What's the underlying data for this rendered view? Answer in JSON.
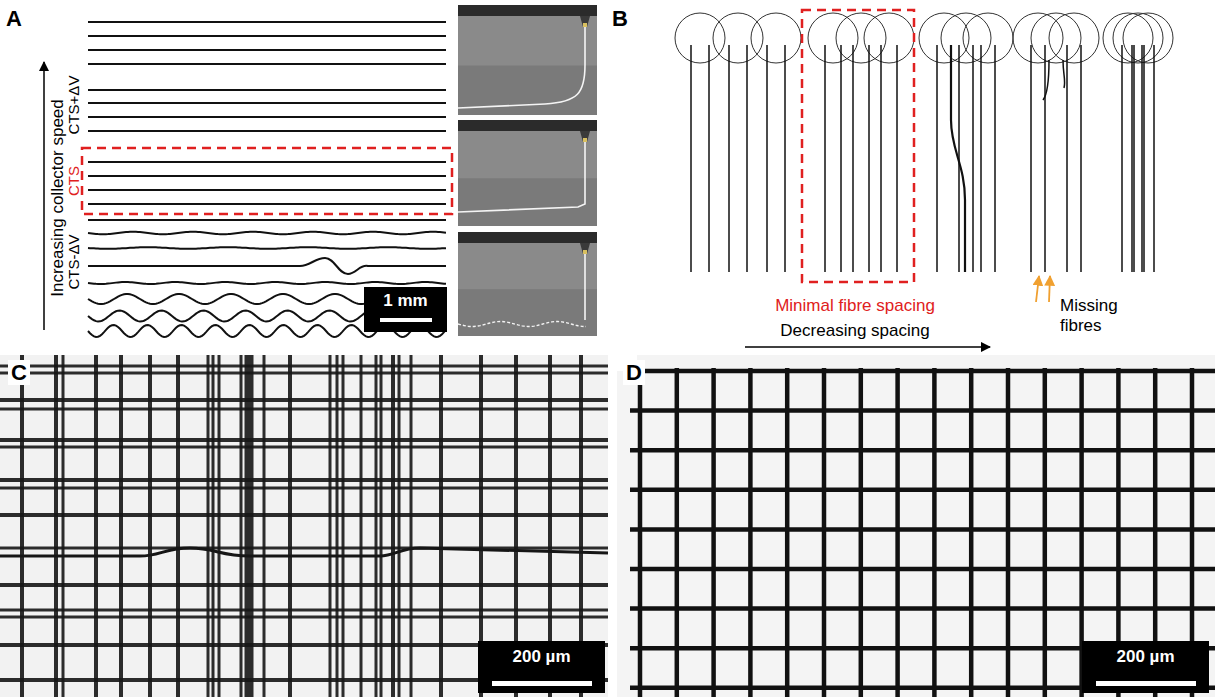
{
  "diagram": {
    "labels": [
      "A",
      "B",
      "C",
      "D",
      "Increasing collector speed",
      "CTS+ΔV",
      "CTS",
      "CTS-ΔV",
      "1 mm",
      "Minimal fibre spacing",
      "Decreasing spacing",
      "Missing fibres",
      "200 µm",
      "200 µm"
    ]
  }
}
